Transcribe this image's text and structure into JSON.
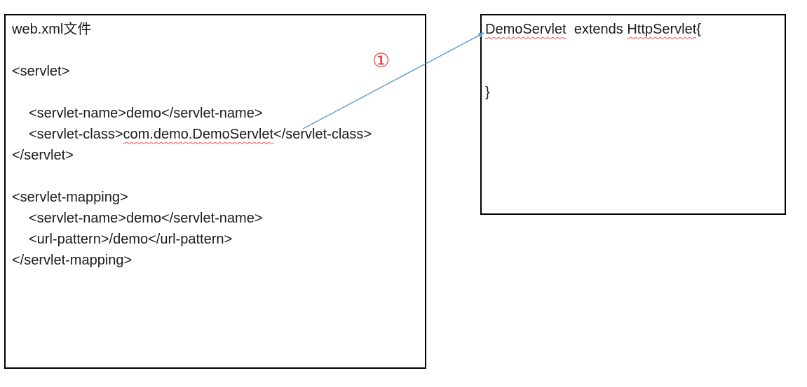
{
  "diagram": {
    "left_box": {
      "lines": [
        {
          "indent": 0,
          "segments": [
            {
              "text": "web.xml文件",
              "squiggly": false
            }
          ]
        },
        {
          "indent": 0,
          "segments": []
        },
        {
          "indent": 0,
          "segments": [
            {
              "text": "<servlet>",
              "squiggly": false
            }
          ]
        },
        {
          "indent": 0,
          "segments": []
        },
        {
          "indent": 1,
          "segments": [
            {
              "text": "<servlet-name>demo</servlet-name>",
              "squiggly": false
            }
          ]
        },
        {
          "indent": 1,
          "segments": [
            {
              "text": "<servlet-class>",
              "squiggly": false
            },
            {
              "text": "com.demo.DemoServlet",
              "squiggly": true
            },
            {
              "text": "</servlet-class>",
              "squiggly": false
            }
          ]
        },
        {
          "indent": 0,
          "segments": [
            {
              "text": "</servlet>",
              "squiggly": false
            }
          ]
        },
        {
          "indent": 0,
          "segments": []
        },
        {
          "indent": 0,
          "segments": [
            {
              "text": "<servlet-mapping>",
              "squiggly": false
            }
          ]
        },
        {
          "indent": 1,
          "segments": [
            {
              "text": "<servlet-name>demo</servlet-name>",
              "squiggly": false
            }
          ]
        },
        {
          "indent": 1,
          "segments": [
            {
              "text": "<url-pattern>/demo</url-pattern>",
              "squiggly": false
            }
          ]
        },
        {
          "indent": 0,
          "segments": [
            {
              "text": "</servlet-mapping>",
              "squiggly": false
            }
          ]
        }
      ]
    },
    "right_box": {
      "lines": [
        {
          "indent": 0,
          "segments": [
            {
              "text": "DemoServlet",
              "squiggly": true
            },
            {
              "text": "  extends ",
              "squiggly": false
            },
            {
              "text": "HttpServlet",
              "squiggly": true
            },
            {
              "text": "{",
              "squiggly": false
            }
          ]
        },
        {
          "indent": 0,
          "segments": []
        },
        {
          "indent": 0,
          "segments": []
        },
        {
          "indent": 0,
          "segments": [
            {
              "text": "}",
              "squiggly": false
            }
          ]
        }
      ]
    },
    "annotation": {
      "label": "①"
    },
    "colors": {
      "arrow": "#5b9bd5",
      "annotation": "#f03131",
      "squiggle": "#ff4f4f",
      "border": "#000000",
      "text": "#1c1c1c",
      "background": "#ffffff"
    }
  }
}
